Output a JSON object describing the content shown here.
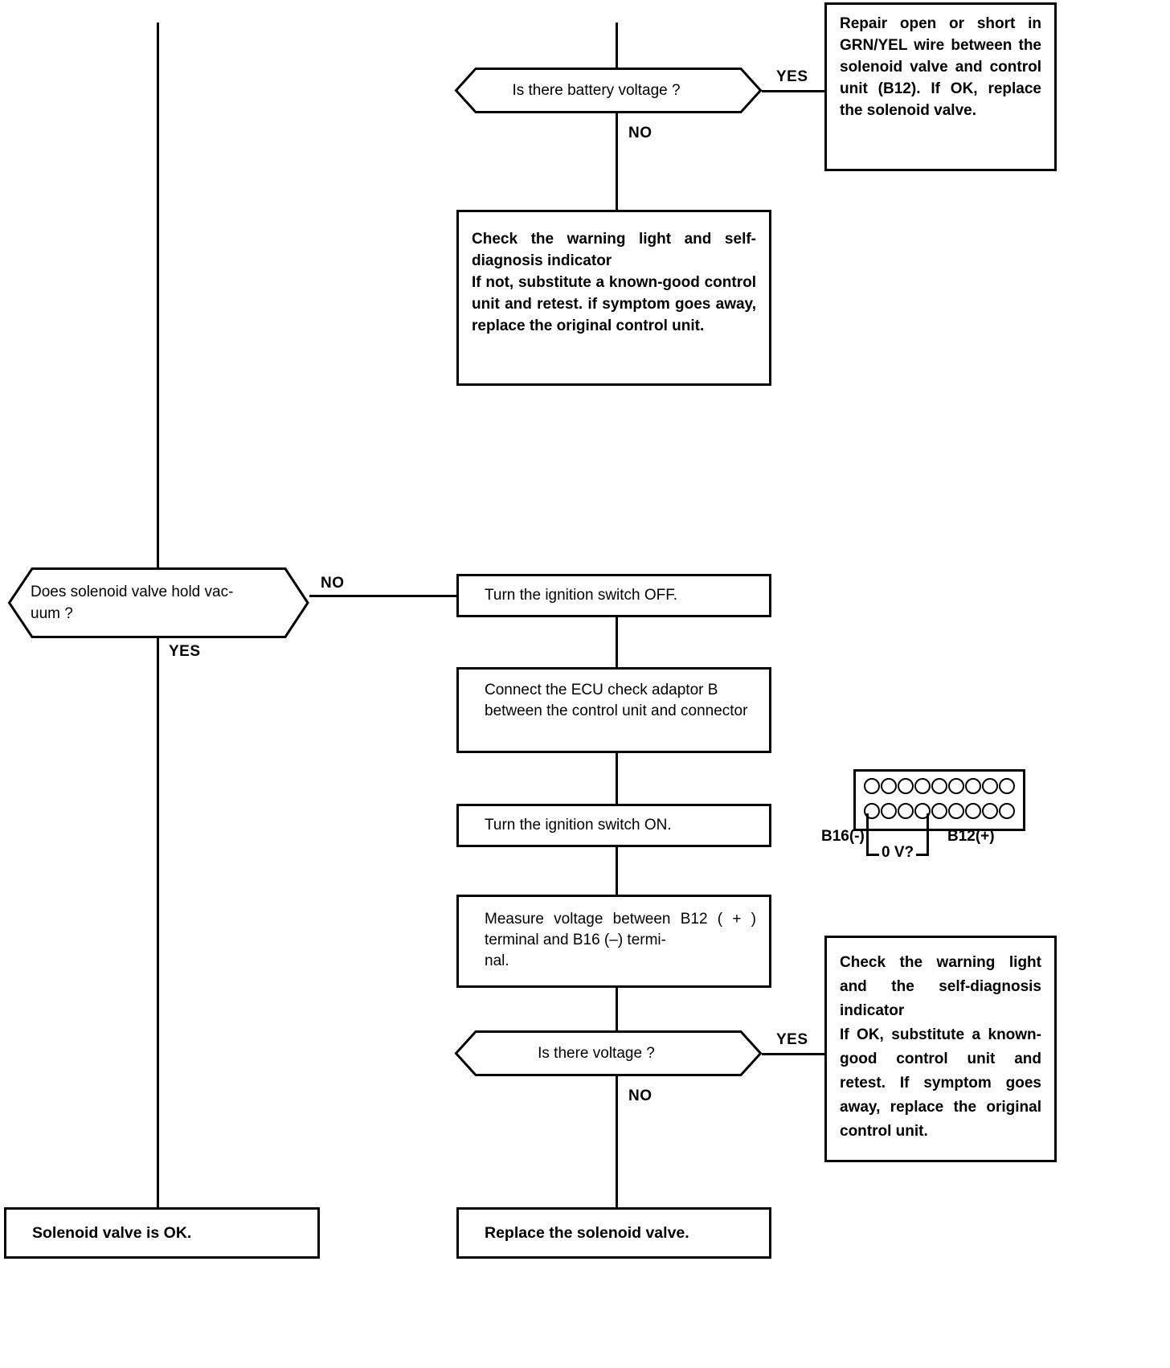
{
  "diagram": {
    "type": "troubleshooting-flowchart",
    "title": "Solenoid valve / control unit diagnostic flowchart"
  },
  "nodes": {
    "battery_voltage_decision": {
      "text": "Is there battery voltage ?",
      "shape": "decision"
    },
    "repair_open_short": {
      "text": "Repair open or short in GRN/YEL wire between the solenoid valve and control unit (B12). If OK, replace the solenoid valve.",
      "shape": "process"
    },
    "check_warning_light_1": {
      "text": "Check the warning light and self-diagnosis indicator\nIf not, substitute a known-good control unit and retest. if symptom goes away, replace the original control unit.",
      "shape": "process"
    },
    "solenoid_hold_vacuum_decision": {
      "text": "Does solenoid valve hold vac-\nuum ?",
      "shape": "decision"
    },
    "ignition_off": {
      "text": "Turn the ignition switch OFF.",
      "shape": "process"
    },
    "connect_ecu_adaptor": {
      "text": "Connect the ECU check adaptor B between the control unit and connector",
      "shape": "process"
    },
    "ignition_on": {
      "text": "Turn the ignition switch ON.",
      "shape": "process"
    },
    "measure_voltage": {
      "text": "Measure  voltage  between  B12 ( + ) terminal and B16 (–) termi-\nnal.",
      "shape": "process"
    },
    "is_there_voltage_decision": {
      "text": "Is there voltage ?",
      "shape": "decision"
    },
    "check_warning_light_2": {
      "text": "Check the warning light and the self-diagnosis indicator\nIf OK, substitute a known-good control unit and retest. If symptom goes away, replace the original control unit.",
      "shape": "process"
    },
    "solenoid_ok": {
      "text": "Solenoid valve is OK.",
      "shape": "terminal"
    },
    "replace_solenoid": {
      "text": "Replace the solenoid valve.",
      "shape": "terminal"
    }
  },
  "branch_labels": {
    "battery_yes": "YES",
    "battery_no": "NO",
    "vacuum_no": "NO",
    "vacuum_yes": "YES",
    "voltage_yes": "YES",
    "voltage_no": "NO"
  },
  "connector_figure": {
    "name": "ECU check adaptor connector pinout",
    "top_row_pins": 9,
    "bottom_row_pins": 9,
    "labels": {
      "negative_terminal": "B16(-)",
      "measurement": "0 V?",
      "positive_terminal": "B12(+)"
    }
  },
  "colors": {
    "ink": "#000000",
    "paper": "#ffffff"
  }
}
